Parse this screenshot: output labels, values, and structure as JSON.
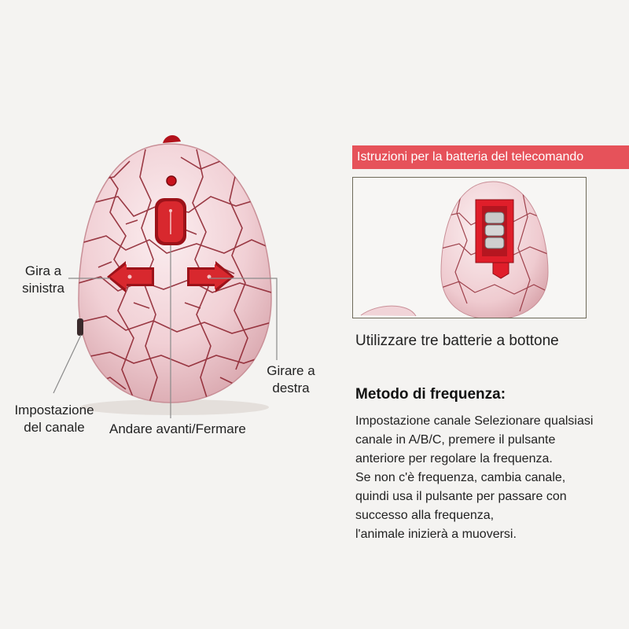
{
  "labels": {
    "turn_left_1": "Gira a",
    "turn_left_2": "sinistra",
    "turn_right_1": "Girare a",
    "turn_right_2": "destra",
    "channel_1": "Impostazione",
    "channel_2": "del canale",
    "forward_stop": "Andare avanti/Fermare"
  },
  "battery": {
    "header": "Istruzioni per la batteria del telecomando",
    "caption": "Utilizzare tre batterie a bottone"
  },
  "frequency": {
    "title": "Metodo di frequenza:",
    "lines": [
      "Impostazione canale Selezionare qualsiasi",
      "canale in A/B/C, premere il pulsante",
      "anteriore per regolare la frequenza.",
      "Se non c'è frequenza, cambia canale,",
      "quindi usa il pulsante per passare con",
      "successo alla frequenza,",
      "l'animale inizierà a muoversi."
    ]
  },
  "colors": {
    "accent": "#e6525a",
    "button_red": "#d8282e",
    "egg_shell": "#f3d6d9",
    "crack": "#8a1e2a"
  }
}
